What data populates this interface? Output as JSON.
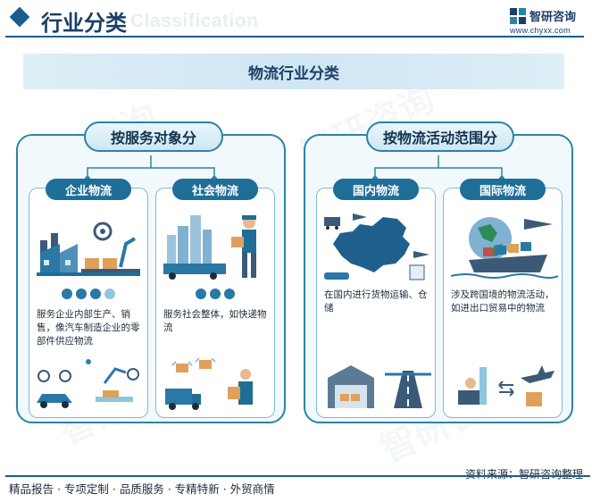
{
  "header": {
    "title": "行业分类",
    "title_en": "Classification",
    "logo_name": "智研咨询",
    "logo_url": "www.chyxx.com"
  },
  "main_title": "物流行业分类",
  "watermark": "智研咨询",
  "groups": [
    {
      "label": "按服务对象分",
      "cards": [
        {
          "label": "企业物流",
          "dots": 4,
          "description": "服务企业内部生产、销售，像汽车制造企业的零部件供应物流"
        },
        {
          "label": "社会物流",
          "dots": 3,
          "description": "服务社会整体，如快递物流"
        }
      ]
    },
    {
      "label": "按物流活动范围分",
      "cards": [
        {
          "label": "国内物流",
          "description": "在国内进行货物运输、仓储"
        },
        {
          "label": "国际物流",
          "description": "涉及跨国境的物流活动，如进出口贸易中的物流"
        }
      ]
    }
  ],
  "colors": {
    "primary": "#1b5e8a",
    "accent": "#2a84a9",
    "pill_fill": "#1f6e98",
    "panel_bg": "#f2f9fc"
  },
  "footer": {
    "source": "资料来源：智研咨询整理",
    "services": "精品报告 · 专项定制 · 品质服务 · 专精特新 · 外贸商情"
  }
}
